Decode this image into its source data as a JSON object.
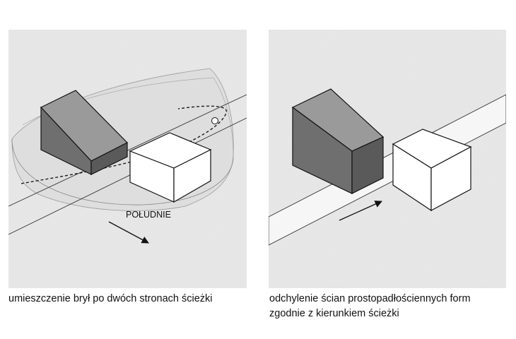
{
  "left_panel": {
    "direction_label": "POŁUDNIE",
    "caption": "umieszczenie brył po dwóch stronach ścieżki"
  },
  "right_panel": {
    "caption_line1": "odchylenie ścian prostopadłościennych form",
    "caption_line2": "zgodnie z kierunkiem ścieżki"
  },
  "colors": {
    "background": "#e9e9e9",
    "dark_block": "#6f6f6f",
    "dark_block_side": "#5a5a5a",
    "dark_block_top": "#9a9a9a",
    "light_block": "#ffffff",
    "stroke": "#111111"
  }
}
